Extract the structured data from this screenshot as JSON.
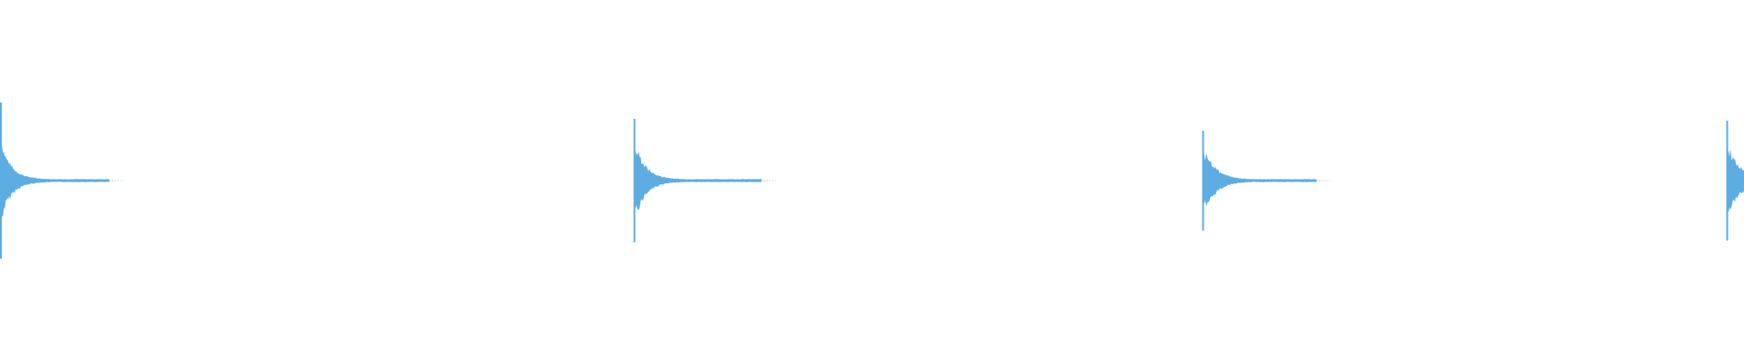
{
  "waveform": {
    "color": "#5dade2",
    "background": "#ffffff",
    "transients": [
      {
        "decay": "long"
      },
      {
        "decay": "long"
      },
      {
        "decay": "long"
      },
      {
        "decay": "truncated"
      }
    ]
  }
}
